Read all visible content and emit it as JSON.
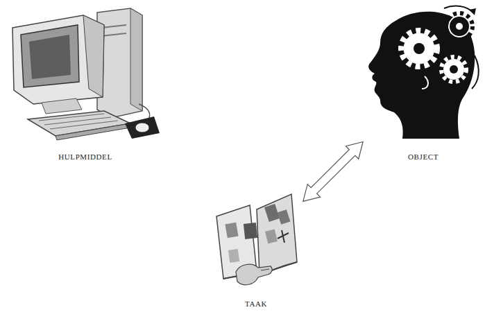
{
  "diagram": {
    "nodes": [
      {
        "text": [
          "HULPMIDDEL"
        ]
      },
      {
        "text": [
          "OBJECT"
        ]
      },
      {
        "text": [
          "TAAK"
        ]
      }
    ],
    "edges": [
      {
        "from": 2,
        "to": 1,
        "arrow": "both"
      }
    ]
  }
}
